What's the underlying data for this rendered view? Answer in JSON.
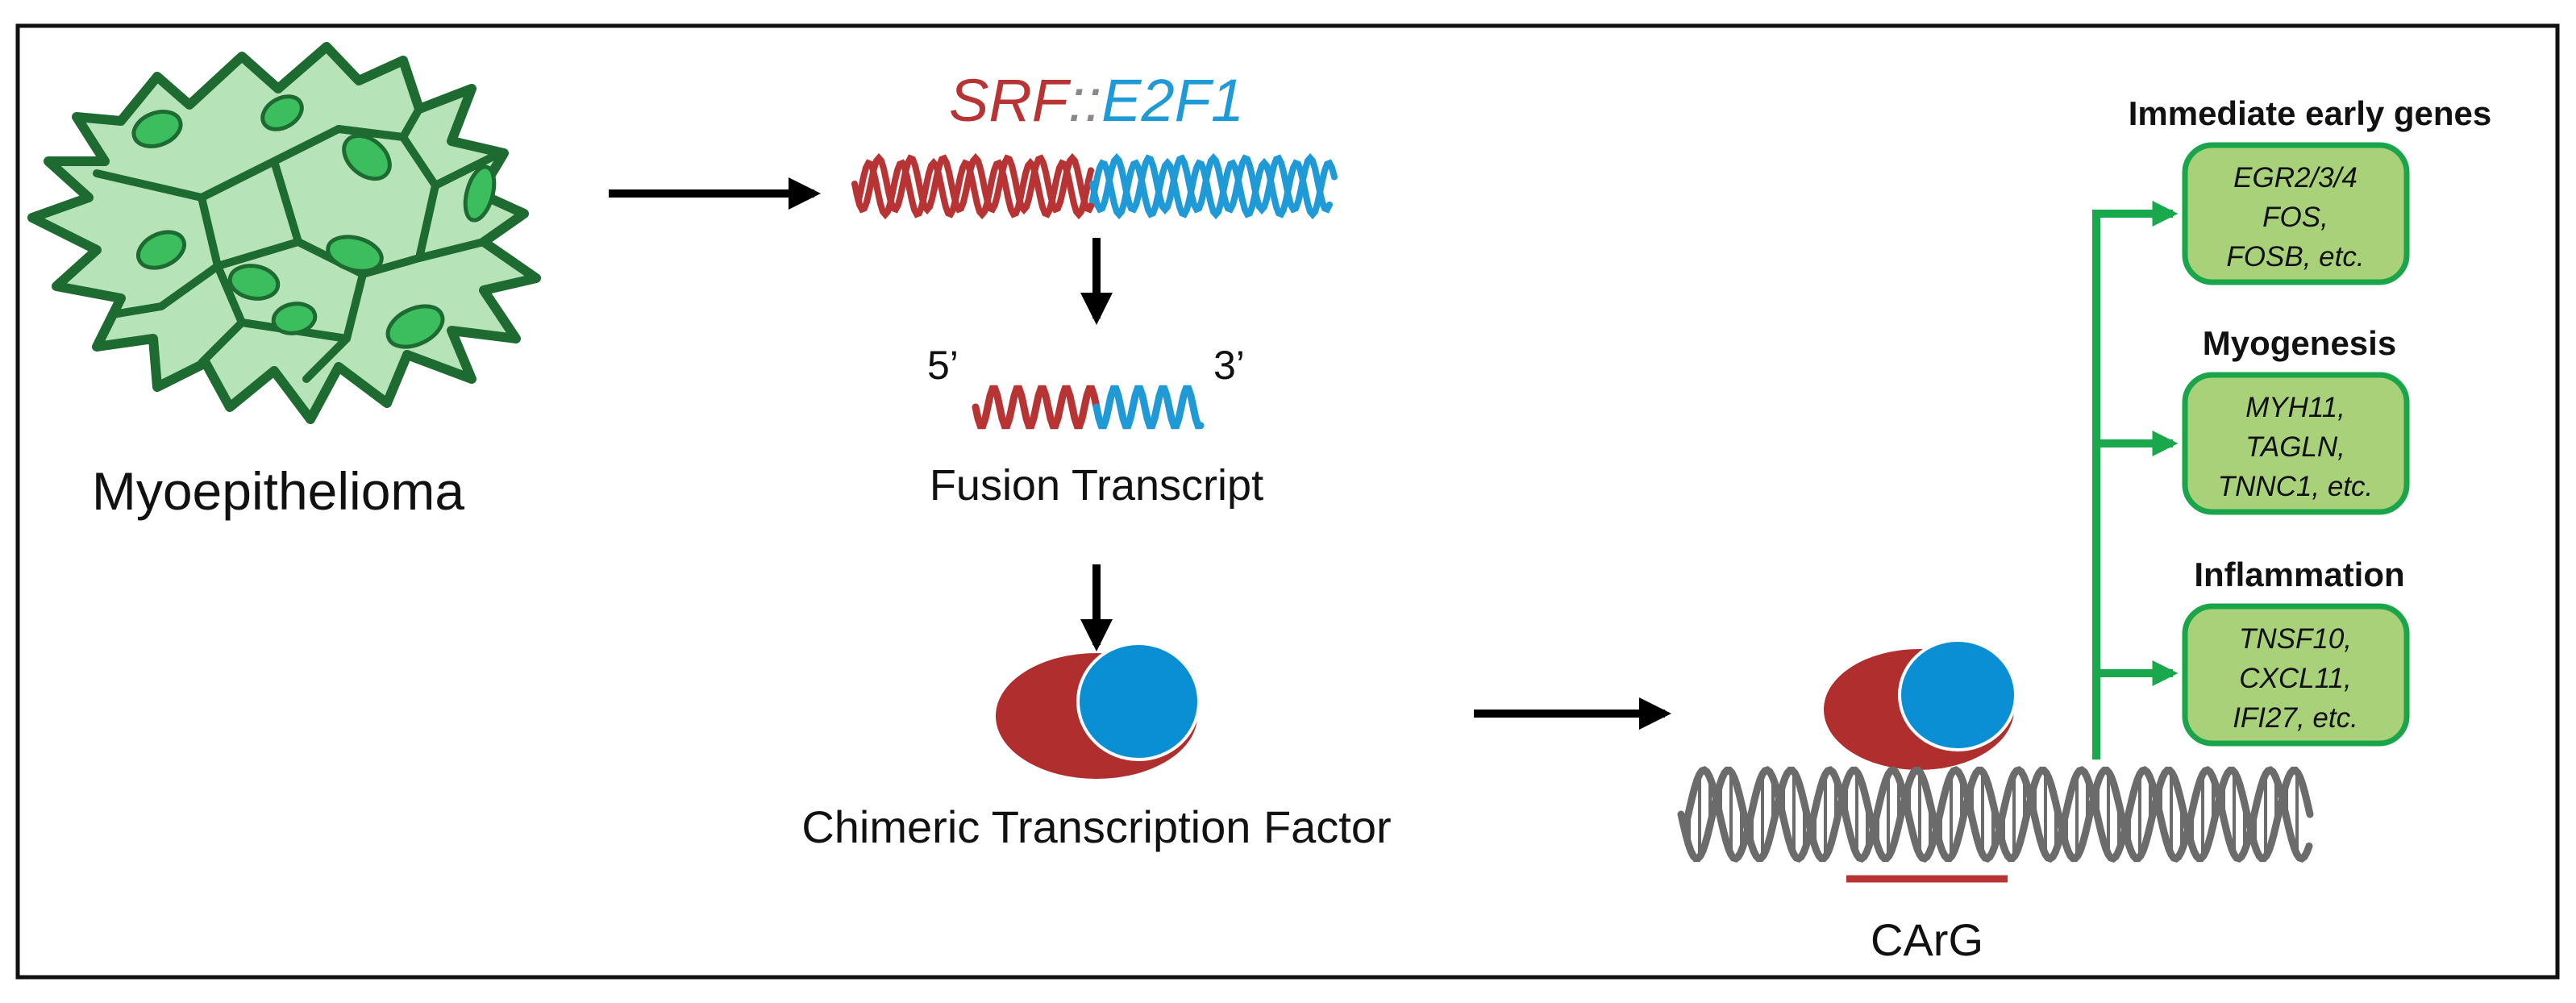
{
  "cell": {
    "label": "Myoepithelioma"
  },
  "fusion": {
    "gene_a": "SRF",
    "separator": "::",
    "gene_b": "E2F1",
    "five_prime": "5’",
    "three_prime": "3’",
    "transcript_label": "Fusion Transcript",
    "factor_label": "Chimeric Transcription Factor"
  },
  "binding": {
    "motif_label": "CArG"
  },
  "targets": [
    {
      "heading": "Immediate early genes",
      "genes": [
        "EGR2/3/4",
        "FOS,",
        "FOSB, etc."
      ]
    },
    {
      "heading": "Myogenesis",
      "genes": [
        "MYH11,",
        "TAGLN,",
        "TNNC1, etc."
      ]
    },
    {
      "heading": "Inflammation",
      "genes": [
        "TNSF10,",
        "CXCL11,",
        "IFI27, etc."
      ]
    }
  ],
  "colors": {
    "srf": "#B83434",
    "e2f1": "#1F9AD6",
    "protein_red": "#B02E2E",
    "protein_blue": "#0A8FD4",
    "dna_gray": "#6B6B6B",
    "arrow_green": "#19A84B",
    "box_fill": "#A9D17A",
    "box_stroke": "#1BA54B",
    "cell_fill": "#B7E3B8",
    "cell_stroke": "#1E6B32",
    "nucleus": "#3DBE5E"
  }
}
